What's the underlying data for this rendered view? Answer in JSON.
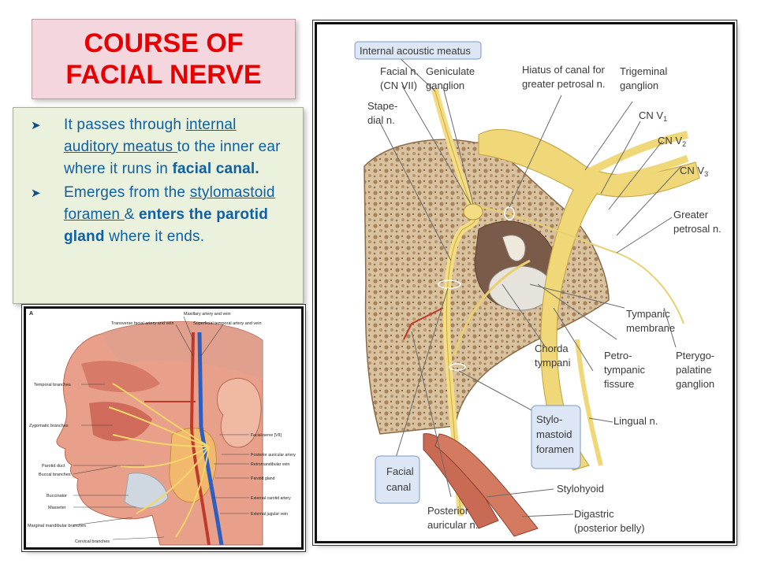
{
  "title": {
    "line1": "COURSE OF",
    "line2": "FACIAL NERVE"
  },
  "bullets": [
    {
      "pre": "It passes through ",
      "underlined": "internal auditory meatus ",
      "mid": "to the inner ear where it runs in ",
      "bold": "facial canal.",
      "post": ""
    },
    {
      "pre": "Emerges from the ",
      "underlined": "stylomastoid foramen ",
      "mid": "& ",
      "bold": "enters the parotid gland",
      "post": " where it ends."
    }
  ],
  "left_panel": {
    "letter": "A",
    "labels": {
      "maxillary": "Maxillary artery and vein",
      "transverse": "Transverse facial artery and vein",
      "superficial": "Superficial temporal artery and vein",
      "temporal": "Temporal branches",
      "zygomatic": "Zygomatic branches",
      "parotid_duct": "Parotid duct",
      "buccal": "Buccal branches",
      "buccinator": "Buccinator",
      "masseter": "Masseter",
      "marginal": "Marginal mandibular branches",
      "cervical": "Cervical branches",
      "facial_nerve": "Facial nerve [VII]",
      "posterior_auricular_artery": "Posterior auricular artery",
      "retromandibular": "Retromandibular vein",
      "parotid_gland": "Parotid gland",
      "external_carotid": "External carotid artery",
      "external_jugular": "External jugular vein"
    }
  },
  "right_panel": {
    "labels": {
      "internal_acoustic_meatus": "Internal acoustic meatus",
      "facial_n_1": "Facial n.",
      "facial_n_2": "(CN VII)",
      "geniculate_1": "Geniculate",
      "geniculate_2": "ganglion",
      "stapedial_1": "Stape-",
      "stapedial_2": "dial n.",
      "hiatus_1": "Hiatus of canal for",
      "hiatus_2": "greater petrosal n.",
      "trigeminal_1": "Trigeminal",
      "trigeminal_2": "ganglion",
      "cn_v1": "CN V",
      "cn_v1_sub": "1",
      "cn_v2": "CN V",
      "cn_v2_sub": "2",
      "cn_v3": "CN V",
      "cn_v3_sub": "3",
      "greater_petrosal_1": "Greater",
      "greater_petrosal_2": "petrosal n.",
      "tympanic_1": "Tympanic",
      "tympanic_2": "membrane",
      "chorda_1": "Chorda",
      "chorda_2": "tympani",
      "petro_1": "Petro-",
      "petro_2": "tympanic",
      "petro_3": "fissure",
      "pterygo_1": "Pterygo-",
      "pterygo_2": "palatine",
      "pterygo_3": "ganglion",
      "stylo_1": "Stylo-",
      "stylo_2": "mastoid",
      "stylo_3": "foramen",
      "lingual": "Lingual n.",
      "facial_canal_1": "Facial",
      "facial_canal_2": "canal",
      "stylohyoid": "Stylohyoid",
      "posterior_auricular_1": "Posterior",
      "posterior_auricular_2": "auricular n.",
      "digastric_1": "Digastric",
      "digastric_2": "(posterior belly)"
    }
  },
  "colors": {
    "title_red": "#e60000",
    "title_bg": "#f4d7de",
    "bullet_bg": "#eaf1dd",
    "bullet_text": "#0f5fa3",
    "nerve_yellow": "#f0d878",
    "label_box_blue": "#dce6f4"
  }
}
